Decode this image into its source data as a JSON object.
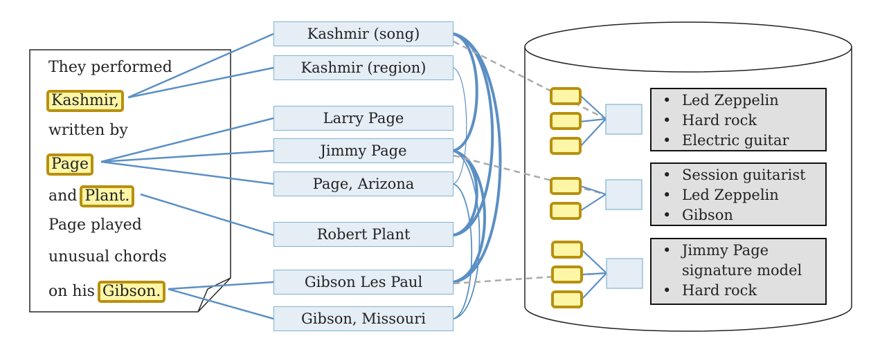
{
  "document": {
    "lines": [
      {
        "segments": [
          {
            "text": "They performed",
            "highlight": false
          }
        ]
      },
      {
        "segments": [
          {
            "text": "Kashmir,",
            "highlight": true
          }
        ]
      },
      {
        "segments": [
          {
            "text": "written by",
            "highlight": false
          }
        ]
      },
      {
        "segments": [
          {
            "text": "Page",
            "highlight": true
          }
        ]
      },
      {
        "segments": [
          {
            "text": "and ",
            "highlight": false
          },
          {
            "text": "Plant.",
            "highlight": true
          }
        ]
      },
      {
        "segments": [
          {
            "text": "Page played",
            "highlight": false
          }
        ]
      },
      {
        "segments": [
          {
            "text": "unusual chords",
            "highlight": false
          }
        ]
      },
      {
        "segments": [
          {
            "text": "on his ",
            "highlight": false
          },
          {
            "text": "Gibson.",
            "highlight": true
          }
        ]
      }
    ]
  },
  "candidates": [
    {
      "label": "Kashmir (song)"
    },
    {
      "label": "Kashmir (region)"
    },
    {
      "label": "Larry Page"
    },
    {
      "label": "Jimmy Page"
    },
    {
      "label": "Page, Arizona"
    },
    {
      "label": "Robert Plant"
    },
    {
      "label": "Gibson Les Paul"
    },
    {
      "label": "Gibson, Missouri"
    }
  ],
  "knowledge_base": {
    "entries": [
      {
        "items": [
          [
            "Led Zeppelin"
          ],
          [
            "Hard rock"
          ],
          [
            "Electric guitar"
          ]
        ]
      },
      {
        "items": [
          [
            "Session guitarist"
          ],
          [
            "Led Zeppelin"
          ],
          [
            "Gibson"
          ]
        ]
      },
      {
        "items": [
          [
            "Jimmy Page",
            "signature model"
          ],
          [
            "Hard rock"
          ]
        ]
      }
    ]
  },
  "colors": {
    "link_line": "#5b8fc4",
    "highlight_fill": "#fdf6a6",
    "highlight_border": "#b8900e",
    "candidate_fill": "#e5edf5",
    "candidate_border": "#7fb3cf",
    "kb_fill": "#e0e0e0",
    "dashed": "#aaaaaa"
  }
}
